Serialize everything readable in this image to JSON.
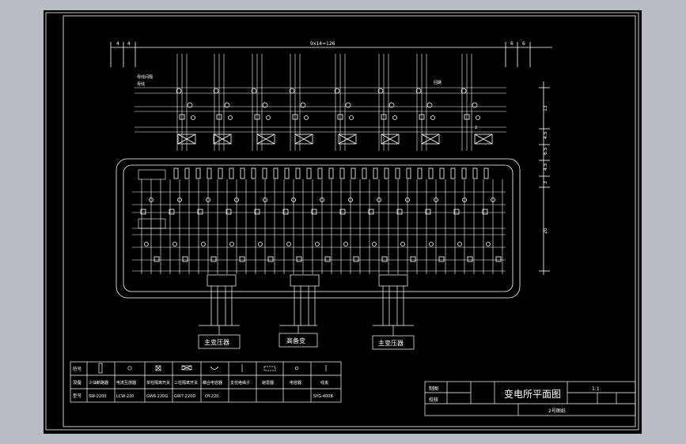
{
  "dimensions": {
    "top_total": "9x14=126",
    "left_top": [
      "4",
      "4"
    ],
    "right_top": [
      "6",
      "6"
    ],
    "right_side": [
      "13",
      "4.5",
      "6.5",
      "4.5",
      "3",
      "20"
    ]
  },
  "labels": {
    "bus_label_top": "母线间隔",
    "bus_label_sub": "母线",
    "transformer_left": "主变压器",
    "transformer_mid": "高备变",
    "transformer_right": "主变压器",
    "callout_1": "回路",
    "callout_2": "2"
  },
  "legend": {
    "row_headers": [
      "符号",
      "设备",
      "型号"
    ],
    "devices": [
      {
        "name": "少油断路器",
        "model": "SW-220II",
        "symbol": "breaker"
      },
      {
        "name": "电流互感器",
        "model": "LCW-220",
        "symbol": "ct"
      },
      {
        "name": "单柱隔离开关",
        "model": "GW6-220G",
        "symbol": "isolator1"
      },
      {
        "name": "三柱隔离开关",
        "model": "GW7-220D",
        "symbol": "isolator3"
      },
      {
        "name": "耦合电容器",
        "model": "OY-220",
        "symbol": "capacitor"
      },
      {
        "name": "支柱绝缘子",
        "model": "",
        "symbol": "insulator"
      },
      {
        "name": "避雷器",
        "model": "",
        "symbol": "arrester"
      },
      {
        "name": "电容器",
        "model": "",
        "symbol": "cap2"
      },
      {
        "name": "线夹",
        "model": "SYG-400B",
        "symbol": "clamp"
      }
    ]
  },
  "title_block": {
    "label_draw": "制图",
    "label_check": "校核",
    "title": "变电所平面图",
    "scale": "1:1",
    "sheet": "2号图纸"
  }
}
